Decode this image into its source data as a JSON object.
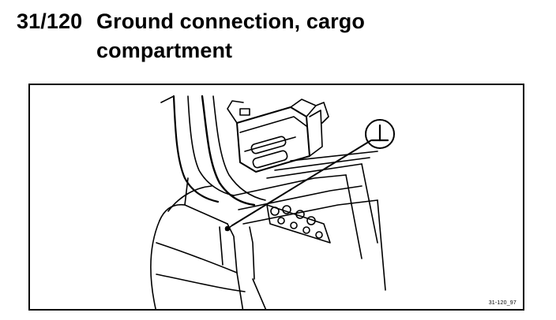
{
  "header": {
    "number": "31/120",
    "title_line1": "Ground connection, cargo",
    "title_line2": "compartment"
  },
  "figure": {
    "symbol": "ground-symbol",
    "code": "31-120_97"
  }
}
